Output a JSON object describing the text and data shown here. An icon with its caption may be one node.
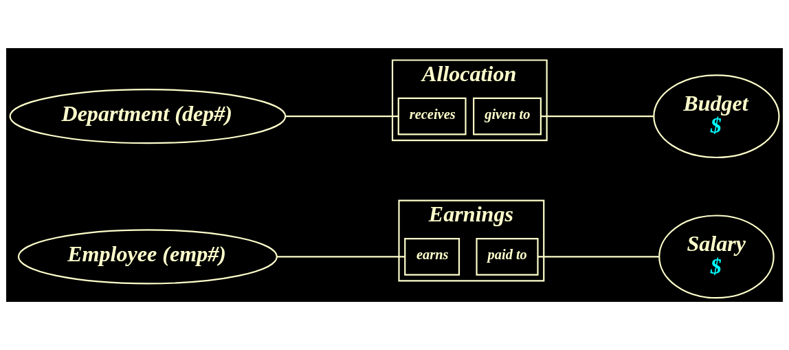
{
  "diagram": {
    "nodes": [
      {
        "text": [
          "Employee (emp#)"
        ]
      },
      {
        "text": [
          "Earnings"
        ]
      },
      {
        "text": [
          "earns"
        ],
        "in": 1
      },
      {
        "text": [
          "paid to"
        ],
        "in": 1
      },
      {
        "text": [
          "Salary",
          "$"
        ]
      },
      {
        "text": [
          "Department (dep#)"
        ]
      },
      {
        "text": [
          "Allocation"
        ]
      },
      {
        "text": [
          "receives"
        ],
        "in": 6
      },
      {
        "text": [
          "given to"
        ],
        "in": 6
      },
      {
        "text": [
          "Budget",
          "$"
        ]
      }
    ],
    "edges": [
      {
        "from": 0,
        "to": 2,
        "arrow": "none"
      },
      {
        "from": 3,
        "to": 4,
        "arrow": "none"
      },
      {
        "from": 5,
        "to": 7,
        "arrow": "none"
      },
      {
        "from": 8,
        "to": 9,
        "arrow": "none"
      }
    ]
  }
}
